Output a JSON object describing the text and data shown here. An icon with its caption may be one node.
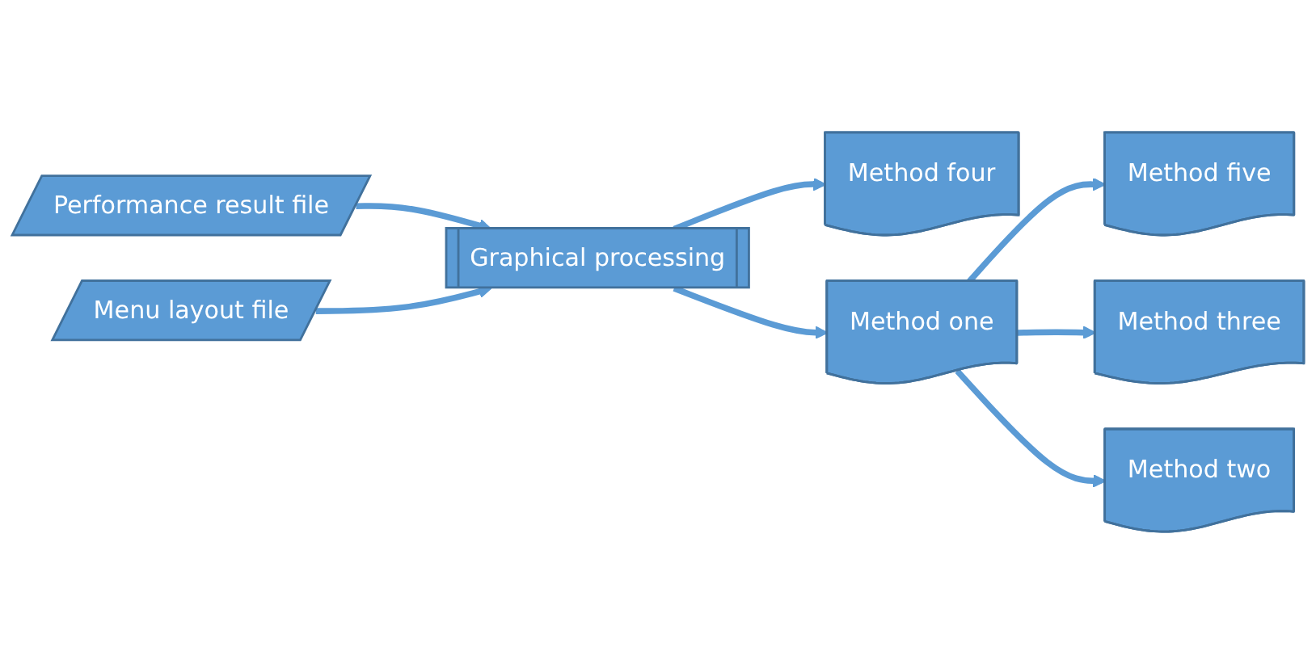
{
  "diagram": {
    "nodes": [
      {
        "text": [
          "Performance result file"
        ]
      },
      {
        "text": [
          "Menu layout file"
        ]
      },
      {
        "text": [
          "Graphical processing"
        ]
      },
      {
        "text": [
          "Method four"
        ]
      },
      {
        "text": [
          "Method one"
        ]
      },
      {
        "text": [
          "Method five"
        ]
      },
      {
        "text": [
          "Method three"
        ]
      },
      {
        "text": [
          "Method two"
        ]
      }
    ],
    "edges": [
      {
        "from": 0,
        "to": 2,
        "arrow": "to"
      },
      {
        "from": 1,
        "to": 2,
        "arrow": "to"
      },
      {
        "from": 2,
        "to": 3,
        "arrow": "to"
      },
      {
        "from": 2,
        "to": 4,
        "arrow": "to"
      },
      {
        "from": 4,
        "to": 5,
        "arrow": "to"
      },
      {
        "from": 4,
        "to": 6,
        "arrow": "to"
      },
      {
        "from": 4,
        "to": 7,
        "arrow": "to"
      }
    ]
  }
}
